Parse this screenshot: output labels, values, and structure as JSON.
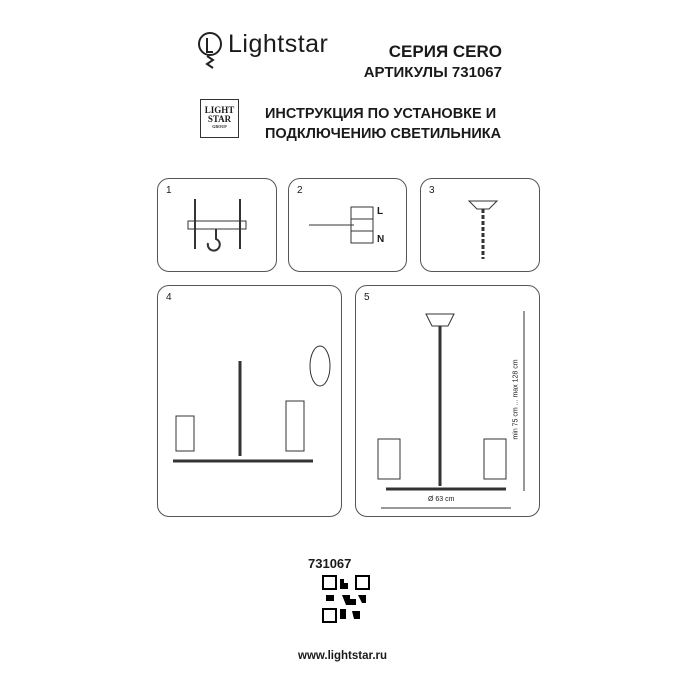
{
  "header": {
    "brand": "Lightstar",
    "series": "СЕРИЯ CERO",
    "article": "АРТИКУЛЫ 731067",
    "logo_text": "LIGHT STAR GROUP",
    "title_line1": "ИНСТРУКЦИЯ ПО УСТАНОВКЕ И",
    "title_line2": "ПОДКЛЮЧЕНИЮ СВЕТИЛЬНИКА"
  },
  "steps": [
    {
      "number": "1"
    },
    {
      "number": "2",
      "labels": [
        "L",
        "N"
      ]
    },
    {
      "number": "3"
    },
    {
      "number": "4"
    },
    {
      "number": "5",
      "height_label": "min 75 cm ... max 128 cm",
      "width_label": "Ø 63 cm"
    }
  ],
  "footer": {
    "code": "731067",
    "website": "www.lightstar.ru"
  }
}
